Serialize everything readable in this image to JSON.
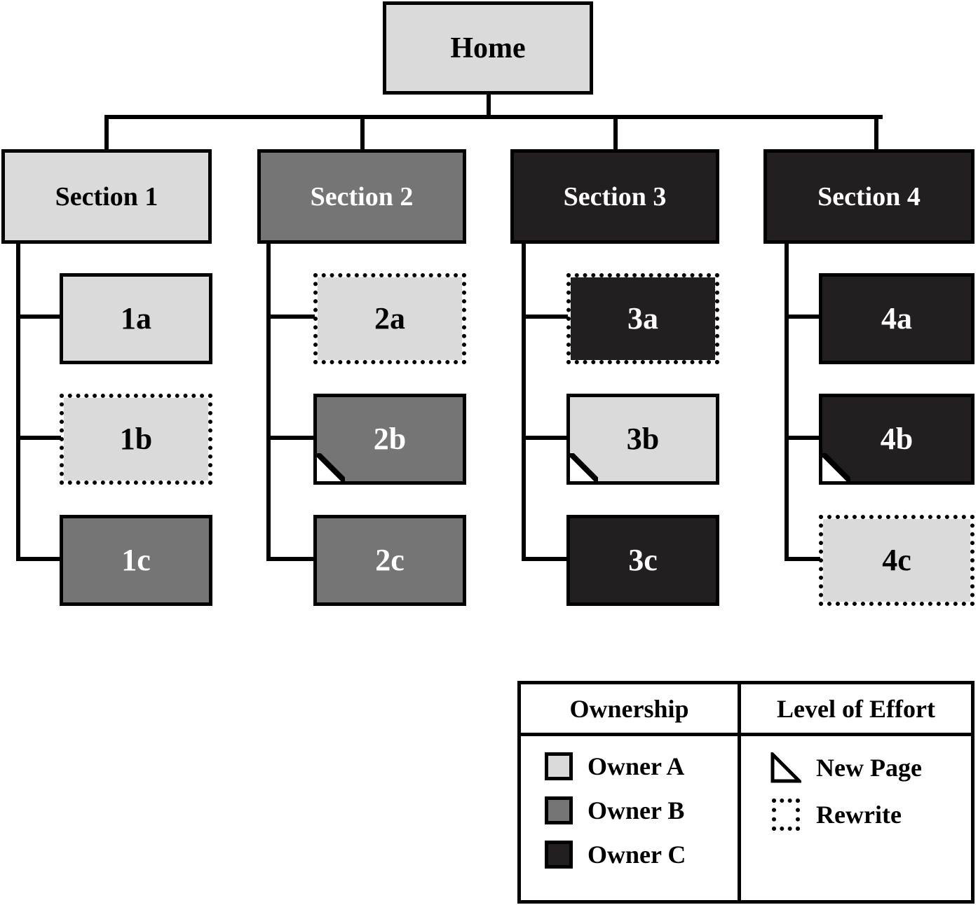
{
  "diagram": {
    "root": {
      "label": "Home",
      "owner": "Owner A"
    },
    "sections": [
      {
        "label": "Section 1",
        "owner": "Owner A",
        "children": [
          {
            "label": "1a",
            "owner": "Owner A",
            "effort": ""
          },
          {
            "label": "1b",
            "owner": "Owner A",
            "effort": "Rewrite"
          },
          {
            "label": "1c",
            "owner": "Owner B",
            "effort": ""
          }
        ]
      },
      {
        "label": "Section 2",
        "owner": "Owner B",
        "children": [
          {
            "label": "2a",
            "owner": "Owner A",
            "effort": "Rewrite"
          },
          {
            "label": "2b",
            "owner": "Owner B",
            "effort": "New Page"
          },
          {
            "label": "2c",
            "owner": "Owner B",
            "effort": ""
          }
        ]
      },
      {
        "label": "Section 3",
        "owner": "Owner C",
        "children": [
          {
            "label": "3a",
            "owner": "Owner C",
            "effort": "Rewrite"
          },
          {
            "label": "3b",
            "owner": "Owner A",
            "effort": "New Page"
          },
          {
            "label": "3c",
            "owner": "Owner C",
            "effort": ""
          }
        ]
      },
      {
        "label": "Section 4",
        "owner": "Owner C",
        "children": [
          {
            "label": "4a",
            "owner": "Owner C",
            "effort": ""
          },
          {
            "label": "4b",
            "owner": "Owner C",
            "effort": "New Page"
          },
          {
            "label": "4c",
            "owner": "Owner A",
            "effort": "Rewrite"
          }
        ]
      }
    ]
  },
  "legend": {
    "ownership": {
      "title": "Ownership",
      "items": [
        {
          "label": "Owner A",
          "color": "#dadada"
        },
        {
          "label": "Owner B",
          "color": "#757575"
        },
        {
          "label": "Owner C",
          "color": "#231f20"
        }
      ]
    },
    "effort": {
      "title": "Level of Effort",
      "items": [
        {
          "label": "New Page",
          "icon": "new-page-icon"
        },
        {
          "label": "Rewrite",
          "icon": "rewrite-icon"
        }
      ]
    }
  },
  "colors": {
    "owner_a": "#dadada",
    "owner_b": "#757575",
    "owner_c": "#231f20",
    "line": "#000000",
    "background": "#ffffff"
  }
}
